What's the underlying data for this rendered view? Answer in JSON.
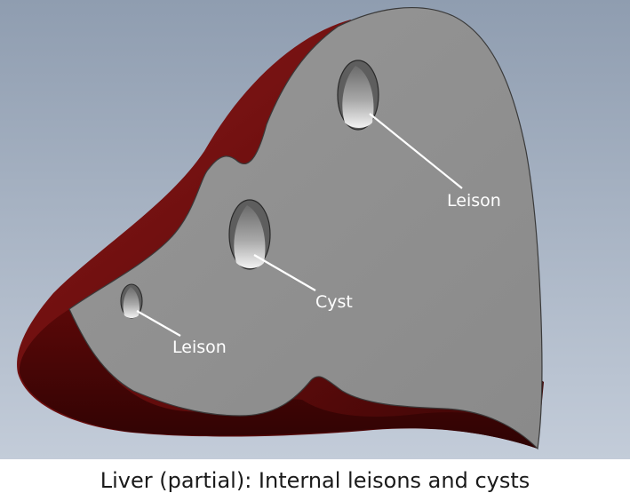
{
  "caption": "Liver (partial): Internal leisons and cysts",
  "labels": {
    "upper_lesion": "Leison",
    "cyst": "Cyst",
    "lower_lesion": "Leison"
  },
  "colors": {
    "background_top": "#8f9db0",
    "background_bottom": "#c3ccd9",
    "cut_surface": "#8f8f8f",
    "tissue_dark": "#4a0707",
    "tissue_light": "#8a1a1a",
    "leader_line": "#ffffff"
  }
}
